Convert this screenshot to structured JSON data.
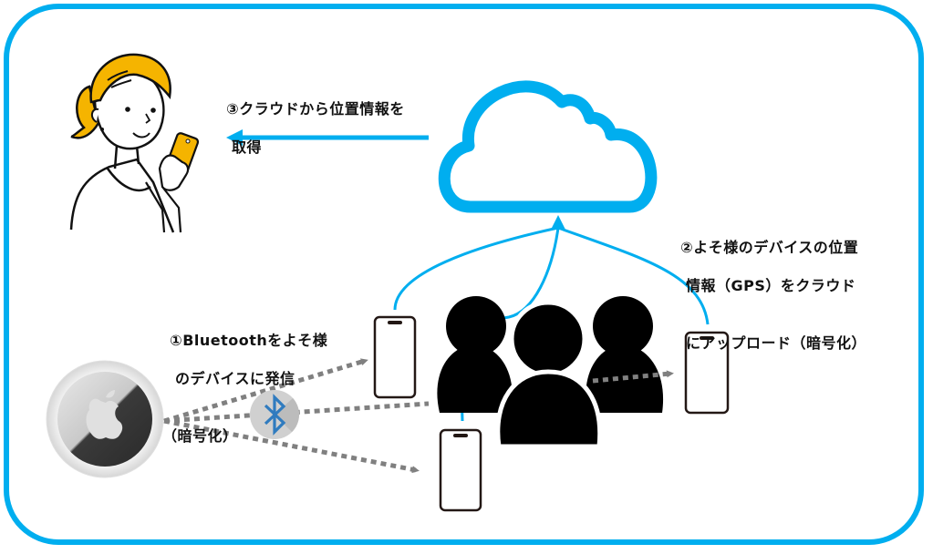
{
  "diagram": {
    "title": "AirTag location tracking flow",
    "colors": {
      "frame": "#00aeef",
      "cloud": "#00aeef",
      "upload_lines": "#00aeef",
      "bluetooth_arrows": "#808080",
      "people": "#000000",
      "hair": "#f5b400",
      "bluetooth_badge_bg": "#cccccc",
      "bluetooth_symbol": "#2f7bbf"
    },
    "step3": {
      "line1": "③クラウドから位置情報を",
      "line2": "取得"
    },
    "step2": {
      "line1": "②よそ様のデバイスの位置",
      "line2": "情報（GPS）をクラウド",
      "line3": "にアップロード（暗号化）"
    },
    "step1": {
      "line1": "①Bluetoothをよそ様",
      "line2": "のデバイスに発信",
      "line3": "（暗号化）"
    },
    "nodes": {
      "user": "person-with-smartphone",
      "cloud": "cloud",
      "tracker": "airtag",
      "bluetooth": "bluetooth-icon",
      "crowd": "people-group",
      "phones": [
        "phone-left",
        "phone-bottom",
        "phone-right"
      ]
    }
  }
}
